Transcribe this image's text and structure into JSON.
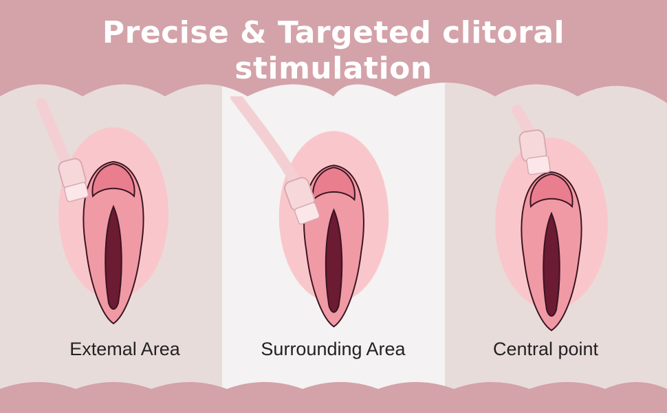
{
  "title": {
    "line1": "Precise & Targeted clitoral",
    "line2": "stimulation"
  },
  "panels": [
    {
      "label": "Extemal Area"
    },
    {
      "label": "Surrounding Area"
    },
    {
      "label": "Central point"
    }
  ],
  "colors": {
    "banner": "#d3a3a9",
    "panel_side": "#e8dcda",
    "panel_center": "#f4f2f2",
    "vulva_outer": "#f9c7cb",
    "vulva_mid": "#f09aa6",
    "vulva_inner": "#6b1b32",
    "device": "#f6d8da"
  }
}
